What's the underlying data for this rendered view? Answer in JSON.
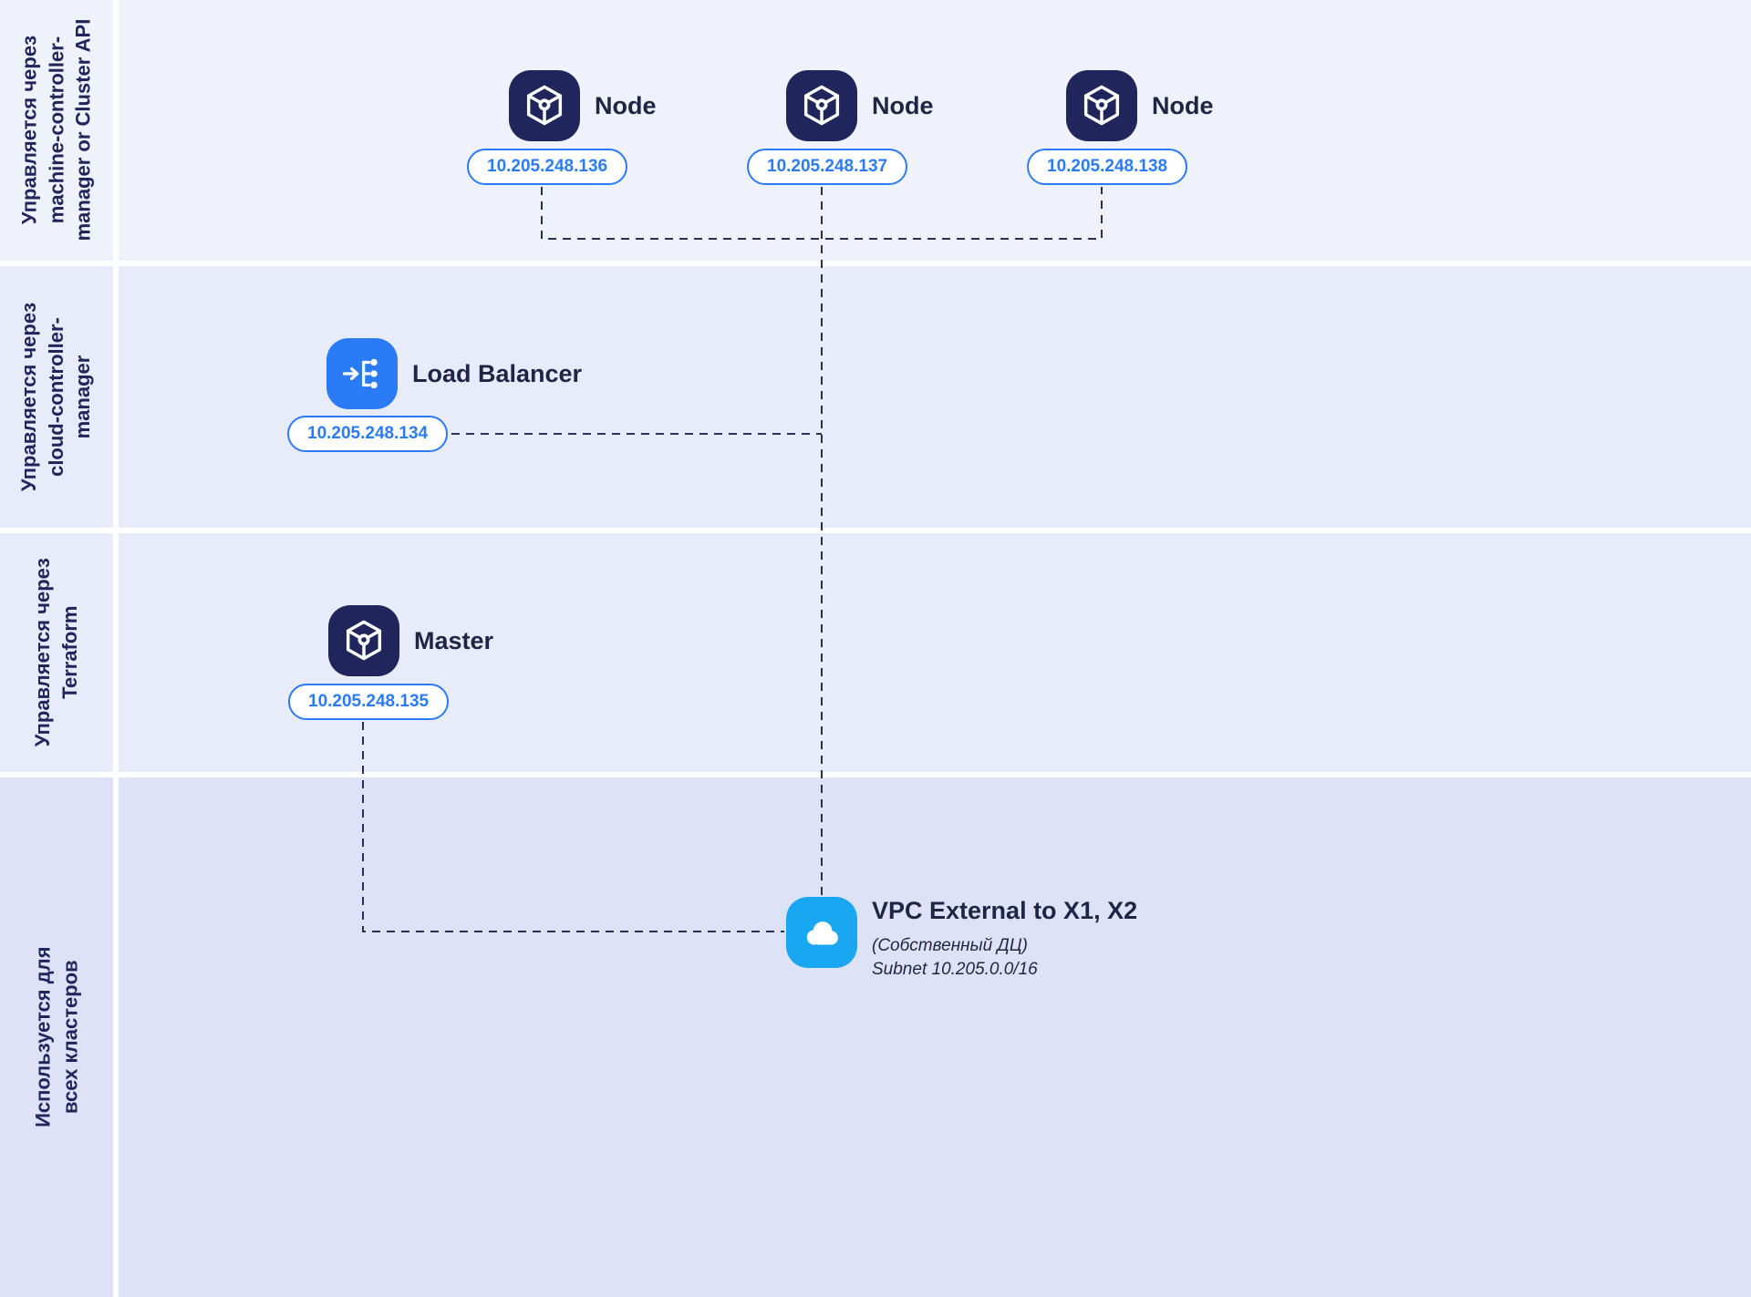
{
  "lanes": [
    {
      "lines": [
        "Управляется через",
        "machine-controller-",
        "manager or Cluster API"
      ]
    },
    {
      "lines": [
        "Управляется через",
        "cloud-controller-",
        "manager",
        ""
      ]
    },
    {
      "lines": [
        "Управляется через",
        "Terraform",
        ""
      ]
    },
    {
      "lines": [
        "Используется для",
        "всех кластеров",
        ""
      ]
    }
  ],
  "nodes": [
    {
      "label": "Node",
      "ip": "10.205.248.136"
    },
    {
      "label": "Node",
      "ip": "10.205.248.137"
    },
    {
      "label": "Node",
      "ip": "10.205.248.138"
    }
  ],
  "load_balancer": {
    "label": "Load Balancer",
    "ip": "10.205.248.134"
  },
  "master": {
    "label": "Master",
    "ip": "10.205.248.135"
  },
  "vpc": {
    "title": "VPC External to X1, X2",
    "subtitle": "(Собственный ДЦ)",
    "subnet": "Subnet 10.205.0.0/16"
  },
  "icons": {
    "node": "cube-icon",
    "master": "cube-icon",
    "load_balancer": "load-balancer-icon",
    "vpc": "cloud-icon"
  },
  "colors": {
    "navy": "#20265B",
    "dark_text": "#1F2545",
    "accent_blue": "#2B7BF6",
    "vpc_blue": "#18A7F0",
    "band_1": "#EFF1FB",
    "band_2": "#E8EBF9",
    "band_3": "#E8EBF9",
    "band_4": "#DEE2F7",
    "connector": "#2A3055"
  }
}
